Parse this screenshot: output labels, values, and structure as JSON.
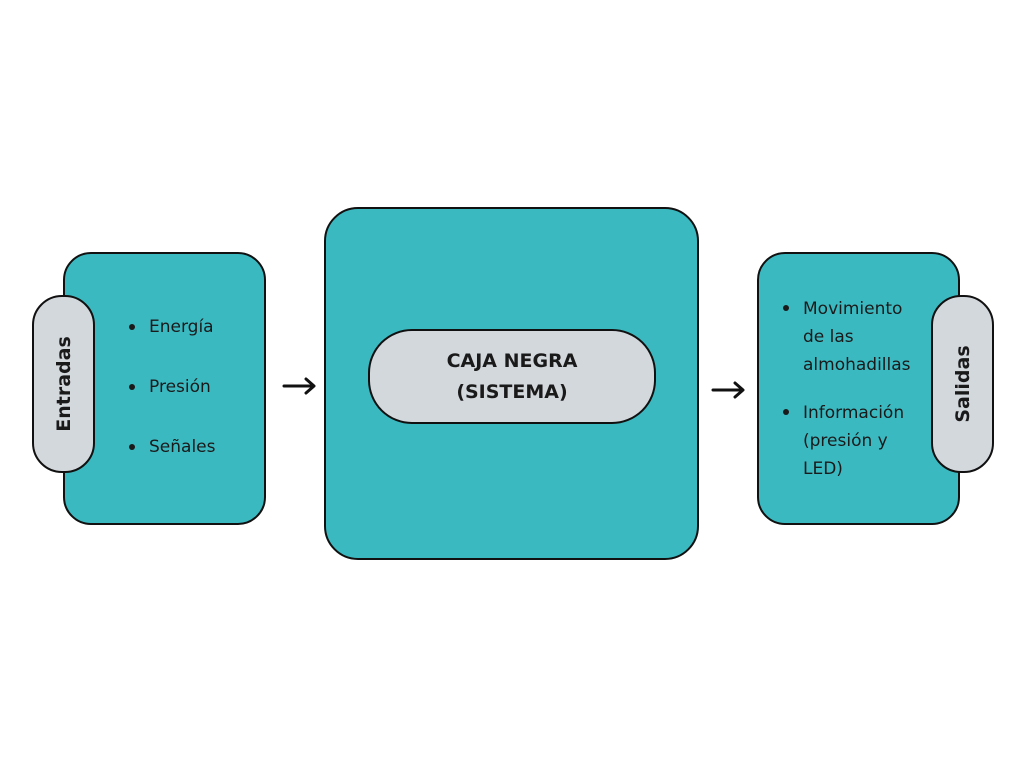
{
  "inputs": {
    "label": "Entradas",
    "items": [
      "Energía",
      "Presión",
      "Señales"
    ]
  },
  "system": {
    "line1": "CAJA NEGRA",
    "line2": "(SISTEMA)"
  },
  "outputs": {
    "label": "Salidas",
    "items": [
      "Movimiento de las almohadillas",
      "Información (presión y LED)"
    ]
  },
  "colors": {
    "box_fill": "#3bb9c1",
    "pill_fill": "#d3d8dd",
    "outline": "#111111"
  }
}
